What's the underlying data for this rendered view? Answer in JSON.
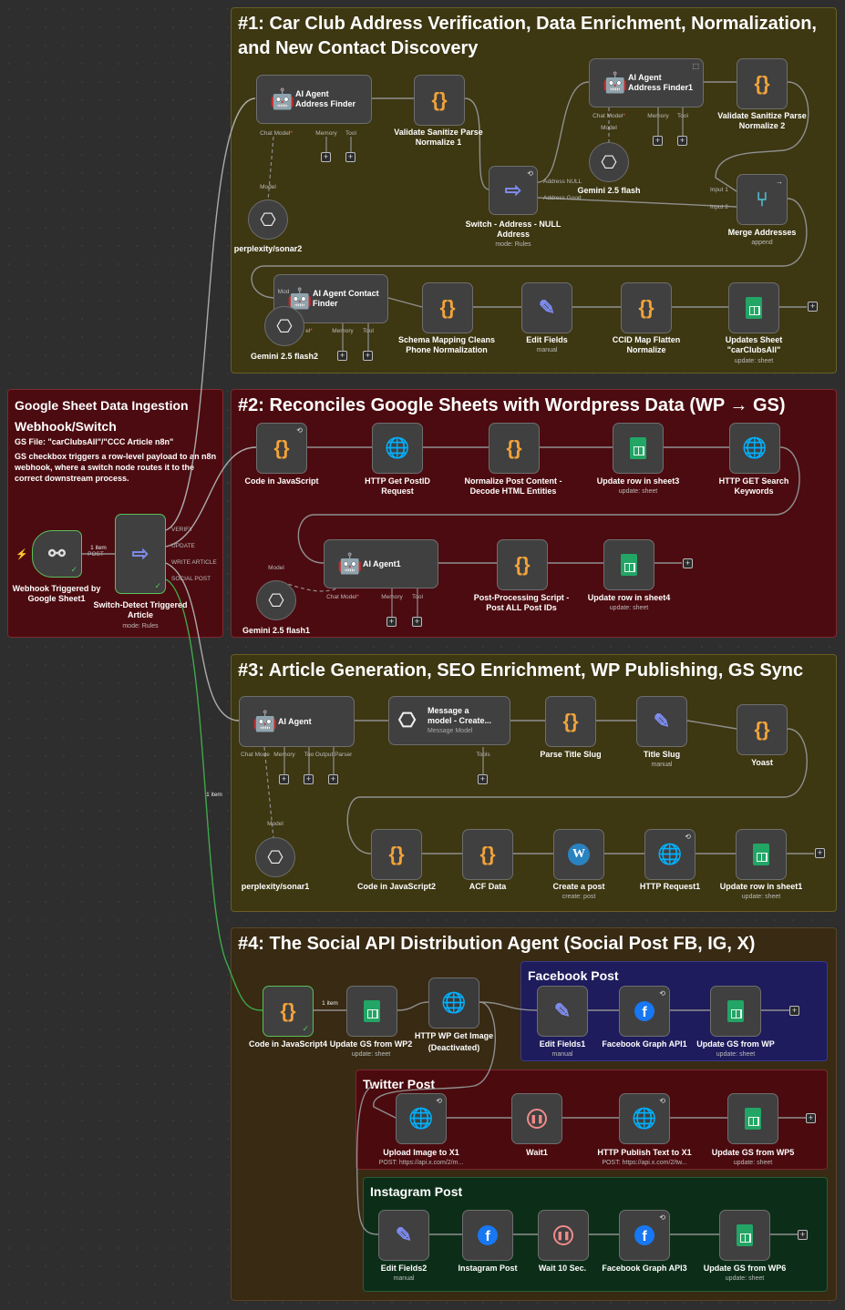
{
  "stickies": {
    "s1": {
      "title": "#1: Car Club Address Verification, Data Enrichment, Normalization, and New Contact Discovery"
    },
    "s2": {
      "title": "#2: Reconciles Google Sheets with Wordpress Data (WP → GS)"
    },
    "s3": {
      "title": "#3: Article Generation, SEO Enrichment, WP Publishing, GS Sync"
    },
    "s4": {
      "title": "#4: The Social API Distribution Agent (Social Post FB, IG, X)"
    },
    "sL": {
      "title": "Google Sheet Data Ingestion Webhook/Switch",
      "body1": "GS File: \"carClubsAll\"/\"CCC Article n8n\"",
      "body2": "GS checkbox triggers a row-level payload to an n8n webhook, where a switch node routes it to the correct downstream process."
    },
    "fb": {
      "title": "Facebook Post"
    },
    "tw": {
      "title": "Twitter Post"
    },
    "ig": {
      "title": "Instagram Post"
    }
  },
  "nodes": {
    "agentAddr": {
      "title": "AI Agent Address Finder",
      "l1": "AI Agent",
      "l2": "Address Finder"
    },
    "valid1": {
      "label": "Validate Sanitize Parse Normalize 1",
      "l1": "Validate Sanitize Parse",
      "l2": "Normalize 1"
    },
    "agentAddr1": {
      "l1": "AI Agent",
      "l2": "Address Finder1"
    },
    "valid2": {
      "l1": "Validate Sanitize Parse",
      "l2": "Normalize 2"
    },
    "switchNull": {
      "l1": "Switch - Address - NULL",
      "l2": "Address",
      "sub": "mode: Rules",
      "out1": "Address NULL",
      "out2": "Address Good"
    },
    "merge": {
      "label": "Merge Addresses",
      "sub": "append",
      "in1": "Input 1",
      "in2": "Input 2"
    },
    "perplexity2": {
      "label": "perplexity/sonar2"
    },
    "gemini25": {
      "label": "Gemini 2.5 flash"
    },
    "agentContact": {
      "l1": "AI Agent Contact",
      "l2": "Finder"
    },
    "gemini252": {
      "label": "Gemini 2.5 flash2"
    },
    "schema": {
      "l1": "Schema Mapping Cleans",
      "l2": "Phone Normalization"
    },
    "editFields": {
      "label": "Edit Fields",
      "sub": "manual"
    },
    "ccid": {
      "l1": "CCID Map Flatten",
      "l2": "Normalize"
    },
    "updSheet": {
      "l1": "Updates Sheet",
      "l2": "\"carClubsAll\"",
      "sub": "update: sheet"
    },
    "webhook": {
      "l1": "Webhook Triggered by",
      "l2": "Google Sheet1"
    },
    "switchDetect": {
      "l1": "Switch-Detect Triggered",
      "l2": "Article",
      "sub": "mode: Rules",
      "o1": "VERIFY",
      "o2": "UPDATE",
      "o3": "WRITE ARTICLE",
      "o4": "SOCIAL POST"
    },
    "webhookEdge": {
      "items": "1 item",
      "port": "POST"
    },
    "codeJS": {
      "label": "Code in JavaScript"
    },
    "httpPost": {
      "l1": "HTTP Get PostID",
      "l2": "Request"
    },
    "normPost": {
      "l1": "Normalize Post Content -",
      "l2": "Decode HTML Entities"
    },
    "upd3": {
      "label": "Update row in sheet3",
      "sub": "update: sheet"
    },
    "httpSearch": {
      "l1": "HTTP GET Search",
      "l2": "Keywords"
    },
    "agent1": {
      "label": "AI Agent1"
    },
    "gemini251": {
      "label": "Gemini 2.5 flash1"
    },
    "postProc": {
      "l1": "Post-Processing Script -",
      "l2": "Post ALL Post IDs"
    },
    "upd4": {
      "label": "Update row in sheet4",
      "sub": "update: sheet"
    },
    "aiAgent": {
      "label": "AI Agent"
    },
    "message": {
      "l1": "Message a",
      "l2": "model - Create...",
      "sub": "Message Model"
    },
    "parseSlug": {
      "label": "Parse Title Slug"
    },
    "titleSlug": {
      "label": "Title Slug",
      "sub": "manual"
    },
    "yoast": {
      "label": "Yoast"
    },
    "perplexity1": {
      "label": "perplexity/sonar1"
    },
    "codeJS2": {
      "label": "Code in JavaScript2"
    },
    "acf": {
      "label": "ACF Data"
    },
    "createPost": {
      "label": "Create a post",
      "sub": "create: post"
    },
    "httpReq1": {
      "label": "HTTP Request1"
    },
    "upd1": {
      "label": "Update row in sheet1",
      "sub": "update: sheet"
    },
    "codeJS4": {
      "label": "Code in JavaScript4"
    },
    "updWP2": {
      "label": "Update GS from WP2",
      "sub": "update: sheet"
    },
    "httpImg": {
      "l1": "HTTP WP Get Image",
      "l2": "(Deactivated)"
    },
    "editFields1": {
      "label": "Edit Fields1",
      "sub": "manual"
    },
    "fbGraph1": {
      "label": "Facebook Graph API1"
    },
    "updWP": {
      "label": "Update GS from WP",
      "sub": "update: sheet"
    },
    "uploadImg": {
      "label": "Upload Image to X1",
      "sub": "POST: https://api.x.com/2/m..."
    },
    "wait1": {
      "label": "Wait1"
    },
    "httpText": {
      "label": "HTTP Publish Text to X1",
      "sub": "POST: https://api.x.com/2/tw..."
    },
    "updWP5": {
      "label": "Update GS from WP5",
      "sub": "update: sheet"
    },
    "editFields2": {
      "label": "Edit Fields2",
      "sub": "manual"
    },
    "igPost": {
      "label": "Instagram Post"
    },
    "wait10": {
      "label": "Wait 10 Sec."
    },
    "fbGraph3": {
      "label": "Facebook Graph API3"
    },
    "updWP6": {
      "label": "Update GS from WP6",
      "sub": "update: sheet"
    }
  },
  "ports": {
    "chatModel": "Chat Model",
    "memory": "Memory",
    "tool": "Tool",
    "model": "Model",
    "chatModelShort": "Chat Mode",
    "toolShort": "Too",
    "outputParser": "Output Parser",
    "tools": "Tools",
    "modelPartial": "Mod",
    "modelTail": "el"
  },
  "edges": {
    "oneItem": "1 item"
  },
  "icons": {
    "agent": "robot-icon",
    "code": "braces-icon",
    "switch": "signpost-icon",
    "merge": "merge-icon",
    "http": "globe-icon",
    "sheet": "google-sheets-icon",
    "edit": "pencil-icon",
    "openai": "openai-icon",
    "webhook": "webhook-icon",
    "facebook": "facebook-icon",
    "wait": "pause-icon",
    "wordpress": "wordpress-icon"
  },
  "colors": {
    "code": "#f2a33a",
    "http": "#7f8df0",
    "sheet": "#22a565",
    "highlight": "#5ac05a",
    "required": "#ff5a5a"
  }
}
